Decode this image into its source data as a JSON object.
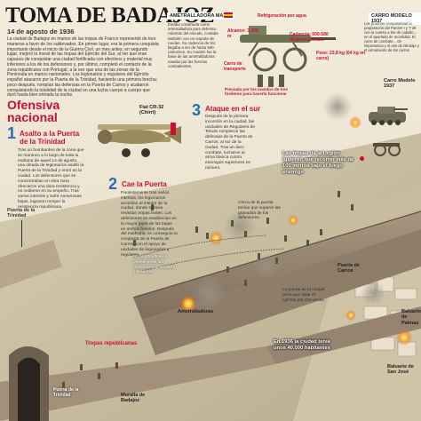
{
  "title": "TOMA DE BADAJOZ",
  "date": "14 de agosto de 1936",
  "intro": "La ciudad de Badajoz en manos de las tropas de Franco representó de tres maneras a favor de los sublevados. En primer lugar, era la primera conquista importante desde el inicio de la Guerra Civil, un mes antes; en segundo lugar, mejoró la moral de las tropas del Ejército del Sur, al ver que eran capaces de conquistar una ciudad fortificada con efectivos y material muy inferiores a los de los defensores y, por último, completó el contacto de la zona republicana con Portugal, a la vez que una de las zonas de la Península en manos nacionales. Los legionarios y regulares del Ejército español atacaron por la Puerta de la Trinidad, haciendo una primera brecha; poco después, rompían las defensas en la Puerta de Carros y acabaron conquistando la totalidad de la ciudad en una lucha cuerpo a cuerpo que duró hasta bien entrada la noche.",
  "ofensiva": {
    "line1": "Ofensiva",
    "line2": "nacional"
  },
  "sections": [
    {
      "num": "1",
      "title": "Asalto a la Puerta de la Trinidad",
      "body": "Tras un bombardeo de la zona que se mantuvo a lo largo de toda la mañana de aquel 14 de agosto, una oleada de legionarios asaltó la Puerta de la Trinidad y entró en la ciudad. Los defensores que se concentraban en esta zona ofrecieron una dura resistencia y no cedieron en su empeño. Tras varios intentos y sufrir numerosas bajas, lograron romper la resistencia republicana."
    },
    {
      "num": "2",
      "title": "Cae la Puerta",
      "body": "Paralelamente tras varios intentos, los legionarios accedían al interior de la ciudad, donde todavía resistían tropas leales. Los defensores se establecían en la mayor parte de las bajas en ambos bandos. Después del mediodía, se conseguía la conquista de la Puerta de Carros, con el apoyo de unidades de legionarios y regulares."
    },
    {
      "num": "3",
      "title": "Ataque en el sur",
      "body": "Después de la primera incursión en la ciudad, las unidades de Regulares de Tetuán rompieron las defensas de la Puerta de Carros, al sur de la ciudad. Tras un duro combate, lucharon al arma blanca contra enemigos superiores en número."
    }
  ],
  "boxes": {
    "maxim": {
      "title": "AMETRALLADORA MAXIM",
      "desc": "Estaba construida como ametralladora para defensa. Además del escudo, contaba también con un soporte de ruedas. Su cadencia de tiro llegaba a ser de hasta 550 cartuchos. Su modelo fue la base de las ametralladoras usadas por las fuerzas combatientes.",
      "refrigeracion": "Refrigeración por agua",
      "alcance": "Alcance: 3.200 m",
      "cadencia": "Cadencia: 500-580 disparos/minuto",
      "carro": "Carro de transporte",
      "peso": "Peso: 23,8 kg (64 kg en carro)",
      "caption": "Preciada por los mandos de tres fusileros para hacerla funcionar"
    },
    "carro": {
      "title": "CARRO MODELO 1937",
      "desc": "Las pruebas comparativas la preparación del Panzer I y T-26 con la cuenta a tiro de caballo... en el apartado de movilidad. El carro de combate... de importancia y el uso de blindaje y el armamento de los carros.",
      "model": "Carro Modelo 1937"
    }
  },
  "plane": {
    "label": "Fiat CR-32",
    "sublabel": "(Chirri)"
  },
  "labels": {
    "puerta_trinidad": "Puerta de la Trinidad",
    "ametralladoras": "Ametralladoras",
    "tropas_republicanas": "Tropas republicanas",
    "puerta_carros": "Puerta de Carros",
    "baluarte_palmas": "Baluarte de Palmas",
    "baluarte_san_jose": "Baluarte de San José",
    "muralla": "Muralla de Badajoz",
    "puerta_trinidad_2": "Puerta de la Trinidad",
    "legion_note": "Las tropas de la Legión tuvieron que recorrer más de 100 metros bajo el fuego enemigo",
    "bombardeo_note": "Se bombardearon previamente las defensas con artillería y aviación.",
    "muralla_note": "Cerca de la puerta tenían que superar las granadas de los defensores.",
    "puerta_ciudad_note": "La puerta de la ciudad tenía que volar el ejército por dos veces.",
    "poblacion": "En 1936 la ciudad tenía unos 40.000 habitantes"
  },
  "colors": {
    "accent_red": "#c8102e",
    "accent_blue": "#2b6cb0",
    "paper": "#efe6d2"
  }
}
